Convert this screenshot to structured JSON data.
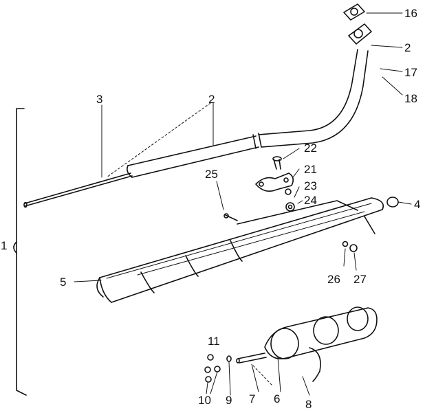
{
  "diagram": {
    "type": "exploded-parts-diagram",
    "ink_color": "#111111",
    "callouts": [
      {
        "id": "c1",
        "text": "1"
      },
      {
        "id": "c2a",
        "text": "2"
      },
      {
        "id": "c2b",
        "text": "2"
      },
      {
        "id": "c3",
        "text": "3"
      },
      {
        "id": "c4",
        "text": "4"
      },
      {
        "id": "c5",
        "text": "5"
      },
      {
        "id": "c6",
        "text": "6"
      },
      {
        "id": "c7",
        "text": "7"
      },
      {
        "id": "c8",
        "text": "8"
      },
      {
        "id": "c9",
        "text": "9"
      },
      {
        "id": "c10",
        "text": "10"
      },
      {
        "id": "c11",
        "text": "11"
      },
      {
        "id": "c16",
        "text": "16"
      },
      {
        "id": "c17",
        "text": "17"
      },
      {
        "id": "c18",
        "text": "18"
      },
      {
        "id": "c21",
        "text": "21"
      },
      {
        "id": "c22",
        "text": "22"
      },
      {
        "id": "c23",
        "text": "23"
      },
      {
        "id": "c24",
        "text": "24"
      },
      {
        "id": "c25",
        "text": "25"
      },
      {
        "id": "c26",
        "text": "26"
      },
      {
        "id": "c27",
        "text": "27"
      }
    ]
  }
}
